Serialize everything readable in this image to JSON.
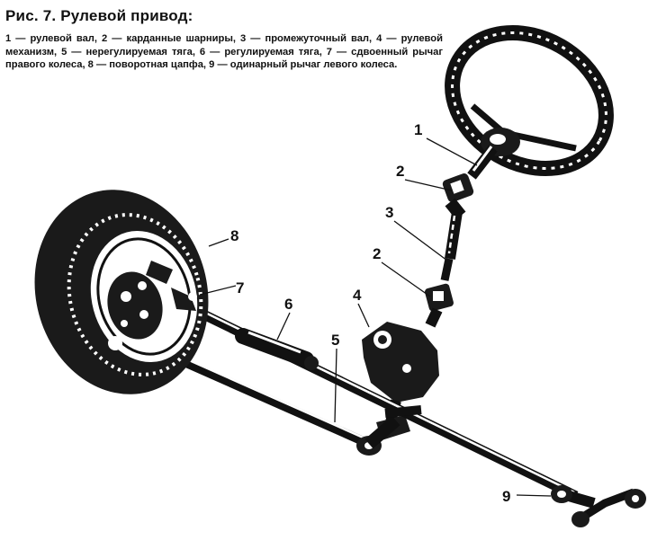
{
  "figure": {
    "title": "Рис. 7. Рулевой привод:",
    "caption": "1 — рулевой вал, 2 — карданные шарниры, 3 — промежуточный вал, 4 — рулевой механизм, 5 — нерегулируемая тяга, 6 — регулируемая тяга, 7 — сдвоенный рычаг правого колеса, 8 — поворотная цапфа, 9 — одинарный рычаг левого колеса."
  },
  "callouts": {
    "n1": "1",
    "n2a": "2",
    "n2b": "2",
    "n3": "3",
    "n4": "4",
    "n5": "5",
    "n6": "6",
    "n7": "7",
    "n8": "8",
    "n9": "9"
  }
}
